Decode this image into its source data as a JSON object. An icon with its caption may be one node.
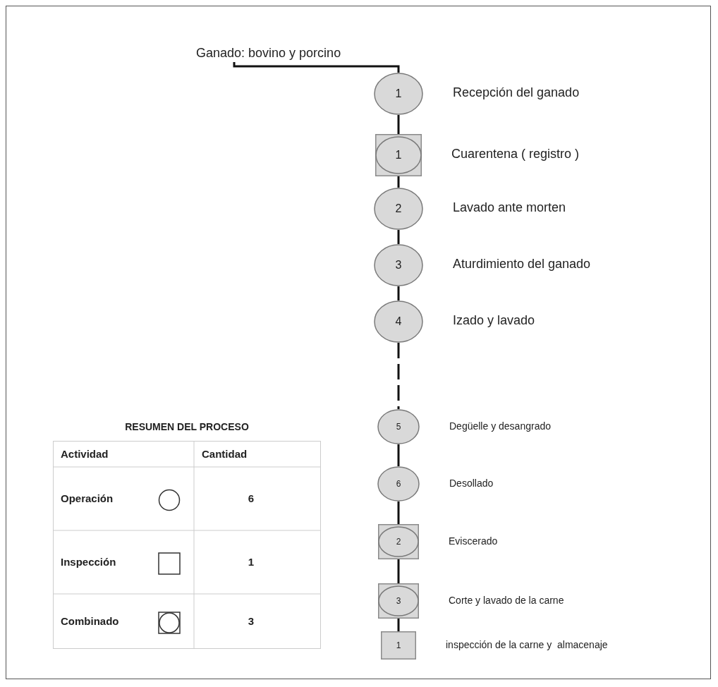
{
  "diagram": {
    "nodes": [
      {
        "text": [
          "Ganado: bovino y porcino"
        ]
      },
      {
        "text": [
          "1"
        ],
        "beside": [
          "Recepción del ganado"
        ]
      },
      {
        "text": [
          "1"
        ],
        "beside": [
          "Cuarentena ( registro )"
        ]
      },
      {
        "text": [
          "2"
        ],
        "beside": [
          "Lavado ante morten"
        ]
      },
      {
        "text": [
          "3"
        ],
        "beside": [
          "Aturdimiento del ganado"
        ]
      },
      {
        "text": [
          "4"
        ],
        "beside": [
          "Izado y lavado"
        ]
      },
      {
        "text": [
          "5"
        ],
        "beside": [
          "Degüelle y desangrado"
        ]
      },
      {
        "text": [
          "6"
        ],
        "beside": [
          "Desollado"
        ]
      },
      {
        "text": [
          "2"
        ],
        "beside": [
          "Eviscerado"
        ]
      },
      {
        "text": [
          "3"
        ],
        "beside": [
          "Corte y lavado de la carne"
        ]
      },
      {
        "text": [
          "1"
        ],
        "beside": [
          "inspección de la carne y  almacenaje"
        ]
      }
    ],
    "edges": [
      {
        "from": 0,
        "to": 1,
        "arrow": "none"
      },
      {
        "from": 1,
        "to": 2,
        "arrow": "none"
      },
      {
        "from": 2,
        "to": 3,
        "arrow": "none"
      },
      {
        "from": 3,
        "to": 4,
        "arrow": "none"
      },
      {
        "from": 4,
        "to": 5,
        "arrow": "none"
      },
      {
        "from": 5,
        "to": 6,
        "arrow": "none",
        "style": "dashed"
      },
      {
        "from": 6,
        "to": 7,
        "arrow": "none"
      },
      {
        "from": 7,
        "to": 8,
        "arrow": "none"
      },
      {
        "from": 8,
        "to": 9,
        "arrow": "none"
      },
      {
        "from": 9,
        "to": 10,
        "arrow": "none"
      }
    ],
    "labels": [
      "RESUMEN DEL PROCESO",
      "Actividad",
      "Cantidad",
      "Operación",
      "6",
      "Inspección",
      "1",
      "Combinado",
      "3"
    ]
  }
}
